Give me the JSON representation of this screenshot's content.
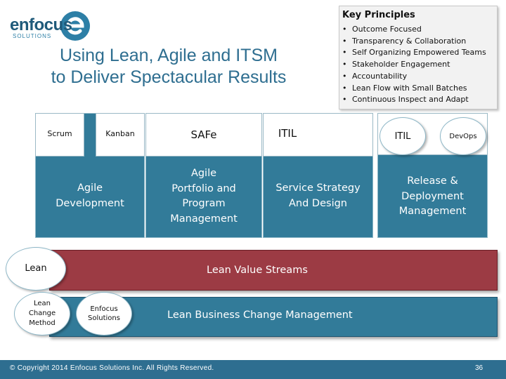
{
  "logo": {
    "name": "enfocus",
    "sub": "SOLUTIONS"
  },
  "title_line1": "Using Lean, Agile and ITSM",
  "title_line2": "to Deliver Spectacular Results",
  "key_principles": {
    "title": "Key Principles",
    "items": [
      "Outcome Focused",
      "Transparency & Collaboration",
      "Self Organizing Empowered Teams",
      "Stakeholder Engagement",
      "Accountability",
      "Lean Flow with Small Batches",
      "Continuous Inspect and Adapt"
    ]
  },
  "col1": {
    "top_left": "Scrum",
    "top_right": "Kanban",
    "body_line1": "Agile",
    "body_line2": "Development"
  },
  "col2": {
    "top": "SAFe",
    "body_line1": "Agile",
    "body_line2": "Portfolio and",
    "body_line3": "Program",
    "body_line4": "Management"
  },
  "col3": {
    "top": "ITIL",
    "body_line1": "Service Strategy",
    "body_line2": "And Design"
  },
  "col4": {
    "top_left": "ITIL",
    "top_right": "DevOps",
    "body_line1": "Release &",
    "body_line2": "Deployment",
    "body_line3": "Management"
  },
  "lean": {
    "label": "Lean",
    "bar": "Lean Value Streams"
  },
  "change": {
    "oval1_line1": "Lean",
    "oval1_line2": "Change",
    "oval1_line3": "Method",
    "oval2_line1": "Enfocus",
    "oval2_line2": "Solutions",
    "bar": "Lean Business Change Management"
  },
  "footer": {
    "copyright": "© Copyright 2014 Enfocus Solutions Inc. All Rights Reserved.",
    "page": "36"
  },
  "colors": {
    "teal": "#327b99",
    "maroon": "#9c3b44",
    "title_blue": "#2e6e90"
  }
}
